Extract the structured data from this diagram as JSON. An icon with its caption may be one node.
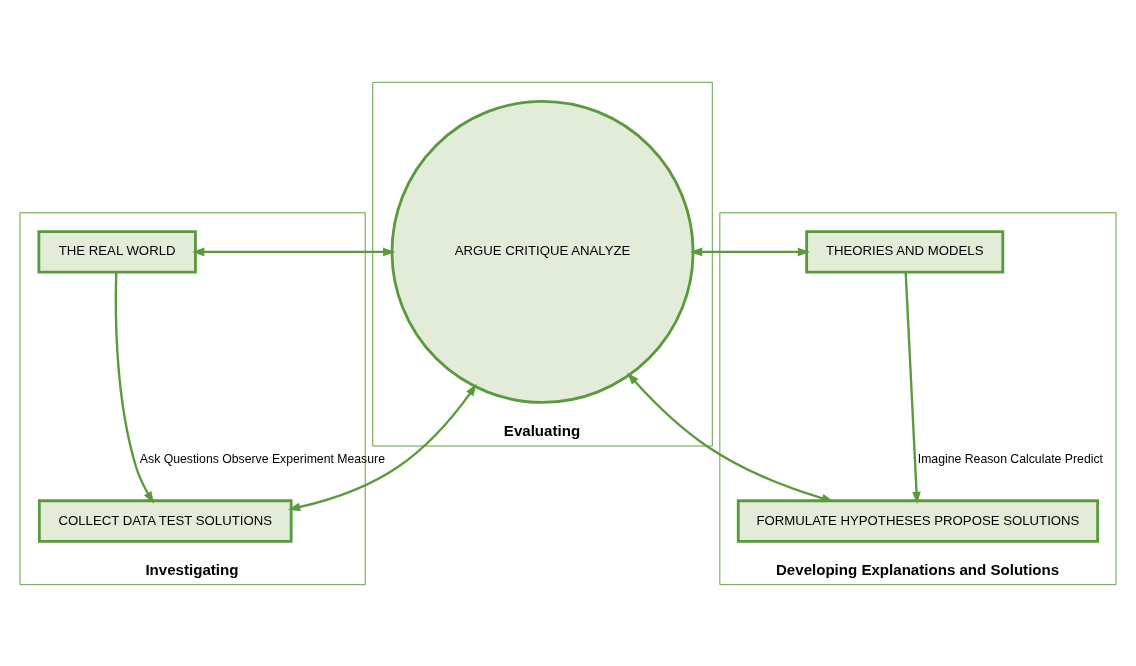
{
  "diagram": {
    "nodes": [
      {
        "text": [
          "Investigating"
        ]
      },
      {
        "text": [
          "THE REAL WORLD"
        ],
        "in": 0
      },
      {
        "text": [
          "COLLECT DATA TEST SOLUTIONS"
        ],
        "in": 0
      },
      {
        "text": [
          "Evaluating"
        ]
      },
      {
        "text": [
          "ARGUE CRITIQUE ANALYZE"
        ],
        "in": 3
      },
      {
        "text": [
          "Developing Explanations and Solutions"
        ]
      },
      {
        "text": [
          "THEORIES AND MODELS"
        ],
        "in": 5
      },
      {
        "text": [
          "FORMULATE HYPOTHESES PROPOSE SOLUTIONS"
        ],
        "in": 5
      }
    ],
    "edges": [
      {
        "from": 1,
        "to": 2,
        "arrow": "to",
        "label": "Ask Questions Observe Experiment Measure"
      },
      {
        "from": 1,
        "to": 4,
        "arrow": "both"
      },
      {
        "from": 2,
        "to": 4,
        "arrow": "both"
      },
      {
        "from": 6,
        "to": 4,
        "arrow": "both"
      },
      {
        "from": 7,
        "to": 4,
        "arrow": "both"
      },
      {
        "from": 6,
        "to": 7,
        "arrow": "to",
        "label": "Imagine Reason Calculate Predict"
      }
    ]
  }
}
